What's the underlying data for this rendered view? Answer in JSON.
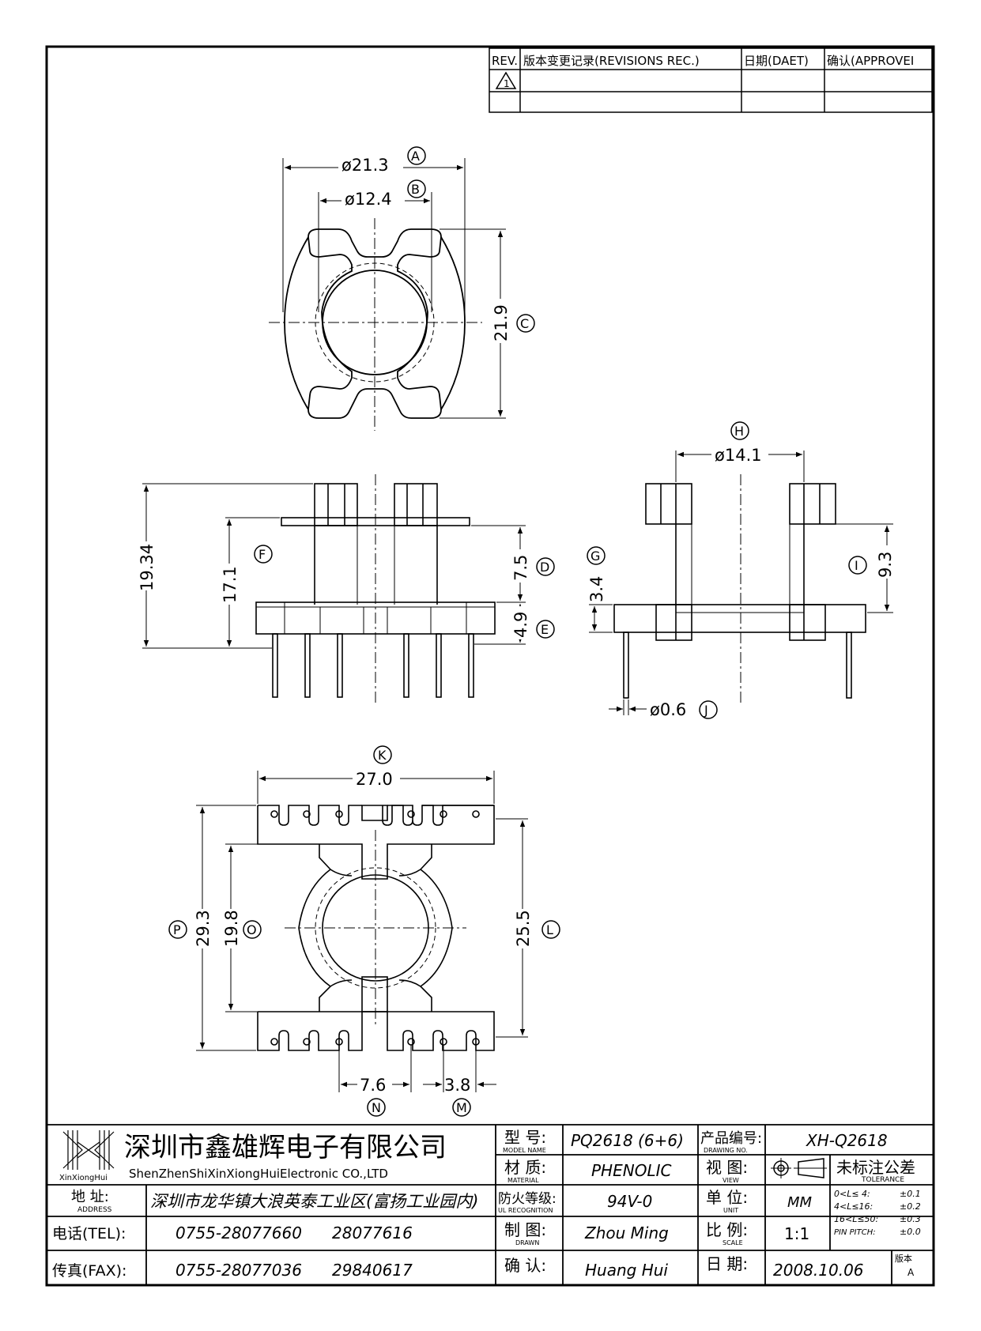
{
  "revisions": {
    "headers": {
      "rev": "REV.",
      "record": "版本变更记录(REVISIONS REC.)",
      "date": "日期(DAET)",
      "approve": "确认(APPROVEI"
    },
    "rows": [
      {
        "rev": "1"
      }
    ]
  },
  "dimensions": {
    "A": {
      "value": "ø21.3",
      "tag": "A"
    },
    "B": {
      "value": "ø12.4",
      "tag": "B"
    },
    "C": {
      "value": "21.9",
      "tag": "C"
    },
    "D": {
      "value": "7.5",
      "tag": "D"
    },
    "E": {
      "value": "4.9",
      "tag": "E"
    },
    "F": {
      "value": "17.1",
      "tag": "F"
    },
    "height": {
      "value": "19.34"
    },
    "G": {
      "value": "3.4",
      "tag": "G"
    },
    "H": {
      "value": "ø14.1",
      "tag": "H"
    },
    "I": {
      "value": "9.3",
      "tag": "I"
    },
    "J": {
      "value": "ø0.6",
      "tag": "J"
    },
    "K": {
      "value": "27.0",
      "tag": "K"
    },
    "L": {
      "value": "25.5",
      "tag": "L"
    },
    "M": {
      "value": "3.8",
      "tag": "M"
    },
    "N": {
      "value": "7.6",
      "tag": "N"
    },
    "O": {
      "value": "19.8",
      "tag": "O"
    },
    "P": {
      "value": "29.3",
      "tag": "P"
    }
  },
  "title_block": {
    "company_cn": "深圳市鑫雄辉电子有限公司",
    "company_en": "ShenZhenShiXinXiongHuiElectronic CO.,LTD",
    "logo_text": "XinXiongHui",
    "address_label": "地  址:",
    "address_sub": "ADDRESS",
    "address": "深圳市龙华镇大浪英泰工业区(富扬工业园内)",
    "tel_label": "电话(TEL):",
    "tel1": "0755-28077660",
    "tel2": "28077616",
    "fax_label": "传真(FAX):",
    "fax1": "0755-28077036",
    "fax2": "29840617",
    "model_label": "型  号:",
    "model_sub": "MODEL NAME",
    "model": "PQ2618 (6+6)",
    "material_label": "材  质:",
    "material_sub": "MATERIAL",
    "material": "PHENOLIC",
    "ul_label": "防火等级:",
    "ul_sub": "UL RECOGNITION",
    "ul": "94V-0",
    "drawn_label": "制  图:",
    "drawn_sub": "DRAWN",
    "drawn": "Zhou Ming",
    "check_label": "确  认:",
    "check": "Huang Hui",
    "drawing_no_label": "产品编号:",
    "drawing_no_sub": "DRAWING NO.",
    "drawing_no": "XH-Q2618",
    "view_label": "视  图:",
    "view_sub": "VIEW",
    "unit_label": "单  位:",
    "unit_sub": "UNIT",
    "unit": "MM",
    "scale_label": "比  例:",
    "scale_sub": "SCALE",
    "scale": "1:1",
    "date_label": "日  期:",
    "date": "2008.10.06",
    "version_label": "版本",
    "version": "A",
    "tolerance_title": "未标注公差",
    "tolerance_sub": "TOLERANCE",
    "tolerance_rows": [
      {
        "range": "0<L≤ 4:",
        "tol": "±0.1"
      },
      {
        "range": "4<L≤16:",
        "tol": "±0.2"
      },
      {
        "range": "16<L≤50:",
        "tol": "±0.3"
      },
      {
        "range": "PIN PITCH:",
        "tol": "±0.0"
      }
    ]
  }
}
